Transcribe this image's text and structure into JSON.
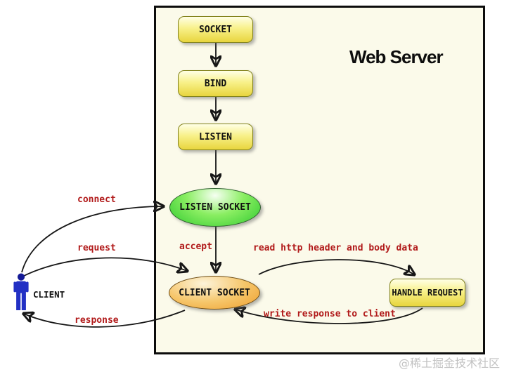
{
  "title": "Web Server",
  "watermark": "@稀土掘金技术社区",
  "client": {
    "label": "CLIENT"
  },
  "nodes": {
    "socket": {
      "label": "SOCKET",
      "shape": "rounded-rect"
    },
    "bind": {
      "label": "BIND",
      "shape": "rounded-rect"
    },
    "listen": {
      "label": "LISTEN",
      "shape": "rounded-rect"
    },
    "listen_socket": {
      "label": "LISTEN SOCKET",
      "shape": "ellipse"
    },
    "client_socket": {
      "label": "CLIENT SOCKET",
      "shape": "ellipse"
    },
    "handle_request": {
      "label": "HANDLE REQUEST",
      "shape": "rounded-rect"
    }
  },
  "edges": {
    "socket_to_bind": {
      "from": "SOCKET",
      "to": "BIND",
      "label": ""
    },
    "bind_to_listen": {
      "from": "BIND",
      "to": "LISTEN",
      "label": ""
    },
    "listen_to_lsock": {
      "from": "LISTEN",
      "to": "LISTEN SOCKET",
      "label": ""
    },
    "connect": {
      "from": "CLIENT",
      "to": "LISTEN SOCKET",
      "label": "connect"
    },
    "request": {
      "from": "CLIENT",
      "to": "CLIENT SOCKET",
      "label": "request"
    },
    "response": {
      "from": "CLIENT SOCKET",
      "to": "CLIENT",
      "label": "response"
    },
    "accept": {
      "from": "LISTEN SOCKET",
      "to": "CLIENT SOCKET",
      "label": "accept"
    },
    "read": {
      "from": "CLIENT SOCKET",
      "to": "HANDLE REQUEST",
      "label": "read http header and body data"
    },
    "write": {
      "from": "HANDLE REQUEST",
      "to": "CLIENT SOCKET",
      "label": "write response to client"
    }
  },
  "colors": {
    "server_background": "#fbfaea",
    "server_border": "#0c0c0c",
    "process_box_top": "#ffffe6",
    "process_box_bottom": "#e8d53e",
    "listen_socket_green": "#2fc92f",
    "client_socket_orange": "#ee9f2f",
    "edge_label_red": "#b11a1a",
    "client_figure_blue": "#2230c4",
    "watermark_gray": "#c2c2c2"
  }
}
